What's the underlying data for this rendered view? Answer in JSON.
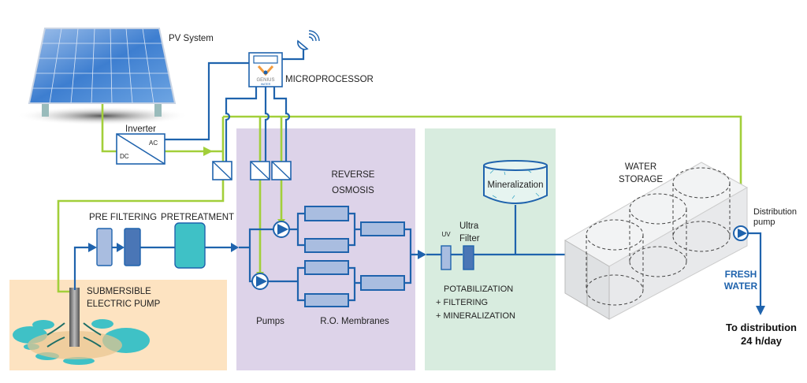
{
  "labels": {
    "pv_system": "PV System",
    "microprocessor": "MICROPROCESSOR",
    "logo_text": "GENIUS",
    "logo_subtext": "WATER",
    "inverter": "Inverter",
    "dc": "DC",
    "ac": "AC",
    "reverse_osmosis_line1": "REVERSE",
    "reverse_osmosis_line2": "OSMOSIS",
    "pre_filtering": "PRE FILTERING",
    "pretreatment": "PRETREATMENT",
    "submersible_line1": "SUBMERSIBLE",
    "submersible_line2": "ELECTRIC PUMP",
    "pumps": "Pumps",
    "ro_membranes": "R.O. Membranes",
    "uv": "UV",
    "ultra_filter_line1": "Ultra",
    "ultra_filter_line2": "Filter",
    "mineralization": "Mineralization",
    "potabilization_line1": "POTABILIZATION",
    "potabilization_line2": "+ FILTERING",
    "potabilization_line3": "+ MINERALIZATION",
    "water_storage_line1": "WATER",
    "water_storage_line2": "STORAGE",
    "distribution_pump_line1": "Distribution",
    "distribution_pump_line2": "pump",
    "fresh_water_line1": "FRESH",
    "fresh_water_line2": "WATER",
    "to_distribution_line1": "To distribution",
    "to_distribution_line2": "24 h/day"
  },
  "colors": {
    "water_line": "#1f63ad",
    "power_line": "#a2cf3a",
    "reverse_osmosis_zone": "#ddd3e9",
    "potabilization_zone": "#d8ecdf",
    "ground": "#fde3c1",
    "groundwater": "#3fc1c6"
  },
  "icons": [
    "solar-panel-icon",
    "antenna-icon",
    "microprocessor-icon",
    "inverter-icon",
    "relay-icon",
    "pump-icon",
    "membrane-icon",
    "tank-icon",
    "container-icon"
  ]
}
